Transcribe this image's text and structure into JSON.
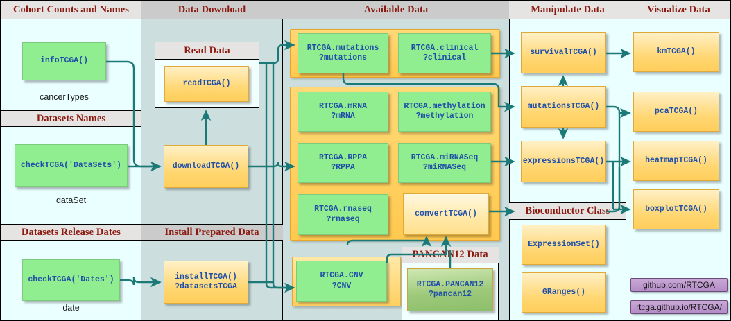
{
  "diagram": {
    "title": "RTCGA package workflow",
    "accent_teal": "#1b7a77",
    "header_text_color": "#8b1a10",
    "node_text_color": "#1f4fa8"
  },
  "columns": [
    {
      "id": "cohort",
      "header": "Cohort Counts and Names"
    },
    {
      "id": "download",
      "header": "Data Download"
    },
    {
      "id": "available",
      "header": "Available Data"
    },
    {
      "id": "manipulate",
      "header": "Manipulate Data"
    },
    {
      "id": "visualize",
      "header": "Visualize Data"
    }
  ],
  "subheaders": {
    "datasets_names": "Datasets Names",
    "datasets_release_dates": "Datasets Release Dates",
    "read_data": "Read Data",
    "install_prepared_data": "Install Prepared Data",
    "pancan12_data": "PANCAN12 Data",
    "bioconductor_class": "Bioconductor Class"
  },
  "cohort_nodes": [
    {
      "label": "infoTCGA()",
      "caption": "cancerTypes"
    },
    {
      "label": "checkTCGA('DataSets')",
      "caption": "dataSet"
    },
    {
      "label": "checkTCGA('Dates')",
      "caption": "date"
    }
  ],
  "download_nodes": [
    {
      "label": "readTCGA()"
    },
    {
      "label": "downloadTCGA()"
    },
    {
      "label_line1": "installTCGA()",
      "label_line2": "?datasetsTCGA"
    }
  ],
  "available_nodes": [
    {
      "line1": "RTCGA.mutations",
      "line2": "?mutations"
    },
    {
      "line1": "RTCGA.clinical",
      "line2": "?clinical"
    },
    {
      "line1": "RTCGA.mRNA",
      "line2": "?mRNA"
    },
    {
      "line1": "RTCGA.methylation",
      "line2": "?methylation"
    },
    {
      "line1": "RTCGA.RPPA",
      "line2": "?RPPA"
    },
    {
      "line1": "RTCGA.miRNASeq",
      "line2": "?miRNASeq"
    },
    {
      "line1": "RTCGA.rnaseq",
      "line2": "?rnaseq"
    },
    {
      "line1": "convertTCGA()",
      "line2": ""
    },
    {
      "line1": "RTCGA.CNV",
      "line2": "?CNV"
    },
    {
      "line1": "RTCGA.PANCAN12",
      "line2": "?pancan12"
    }
  ],
  "manipulate_nodes": [
    {
      "label": "survivalTCGA()"
    },
    {
      "label": "mutationsTCGA()"
    },
    {
      "label": "expressionsTCGA()"
    }
  ],
  "bioconductor_nodes": [
    {
      "label": "ExpressionSet()"
    },
    {
      "label": "GRanges()"
    }
  ],
  "visualize_nodes": [
    {
      "label": "kmTCGA()"
    },
    {
      "label": "pcaTCGA()"
    },
    {
      "label": "heatmapTCGA()"
    },
    {
      "label": "boxplotTCGA()"
    }
  ],
  "links": [
    {
      "label": "github.com/RTCGA"
    },
    {
      "label": "rtcga.github.io/RTCGA/"
    }
  ]
}
